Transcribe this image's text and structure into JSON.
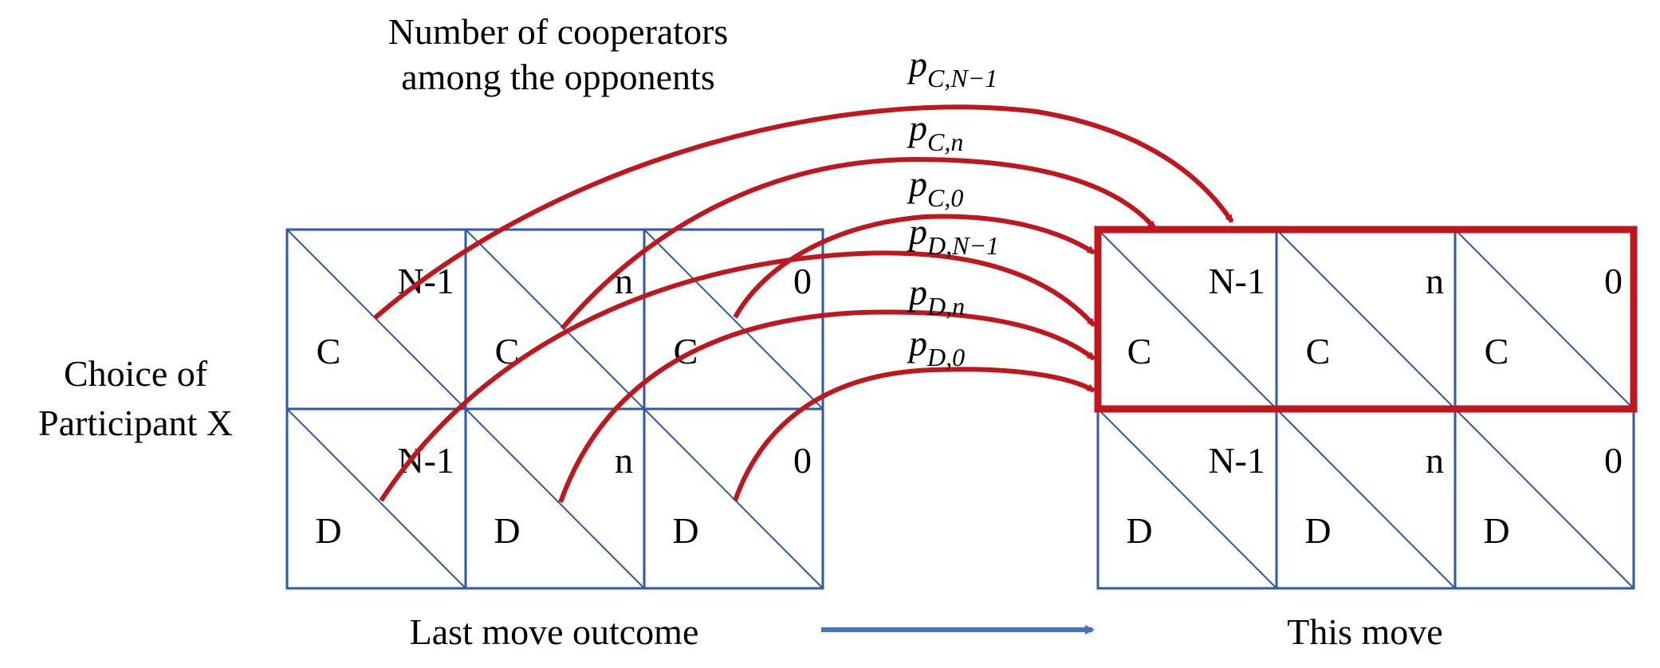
{
  "texts": {
    "top_label_line1": "Number of cooperators",
    "top_label_line2": "among the opponents",
    "left_label_line1": "Choice of",
    "left_label_line2": "Participant X",
    "last_move_label": "Last move outcome",
    "this_move_label": "This move"
  },
  "columns": [
    "N-1",
    "n",
    "0"
  ],
  "rows": [
    "C",
    "D"
  ],
  "transitions": [
    {
      "base": "p",
      "sub": "C,N−1"
    },
    {
      "base": "p",
      "sub": "C,n"
    },
    {
      "base": "p",
      "sub": "C,0"
    },
    {
      "base": "p",
      "sub": "D,N−1"
    },
    {
      "base": "p",
      "sub": "D,n"
    },
    {
      "base": "p",
      "sub": "D,0"
    }
  ],
  "colors": {
    "grid": "#2e5aa8",
    "arrows": "#c0161e",
    "highlight_box": "#c0161e",
    "bottom_arrow": "#4472c4"
  }
}
